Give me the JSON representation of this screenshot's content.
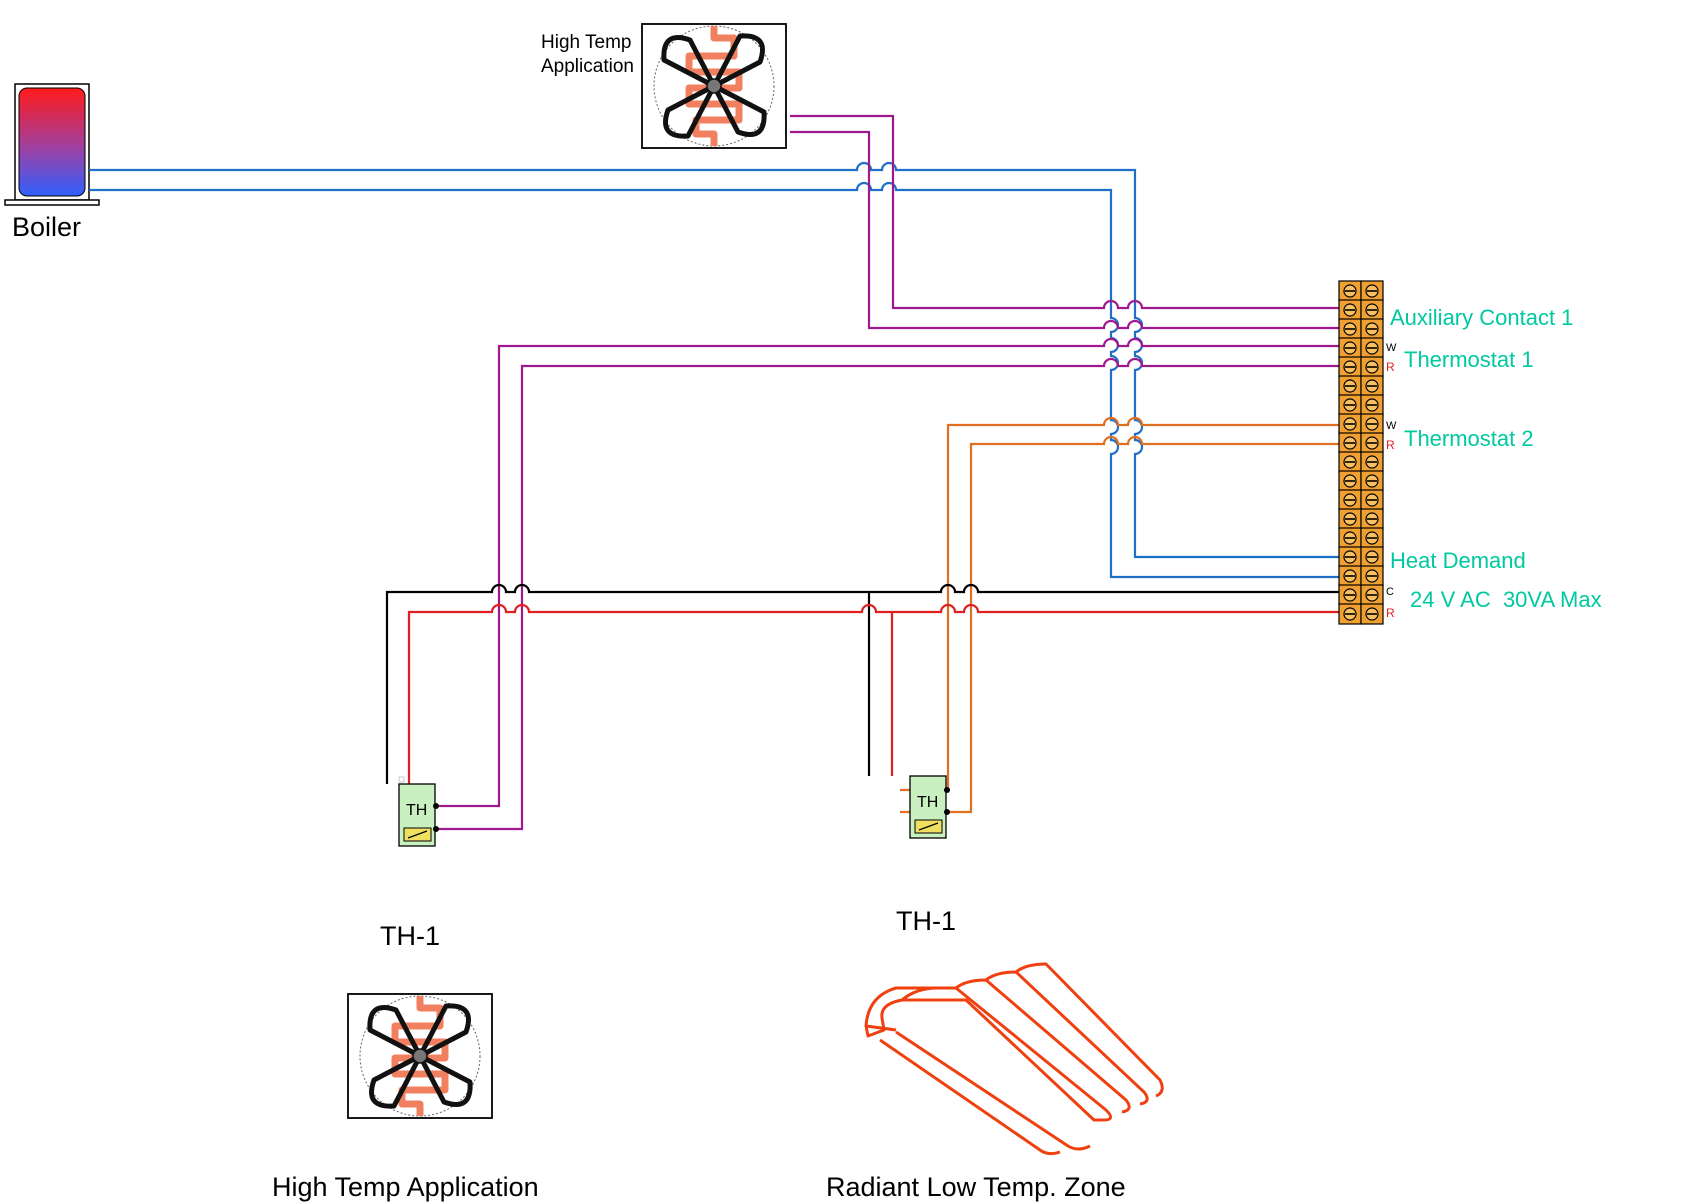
{
  "boiler": {
    "label": "Boiler"
  },
  "top_unit": {
    "label_line1": "High Temp",
    "label_line2": "Application"
  },
  "thermostat_left": {
    "badge": "TH",
    "label": "TH-1"
  },
  "thermostat_right": {
    "badge": "TH",
    "label": "TH-1"
  },
  "bottom_left_unit": {
    "label": "High Temp Application"
  },
  "bottom_right_unit": {
    "label": "Radiant Low Temp. Zone"
  },
  "terminal_labels": {
    "aux1": "Auxiliary Contact 1",
    "thermostat1": "Thermostat 1",
    "thermostat2": "Thermostat 2",
    "heat_demand": "Heat Demand",
    "power": "24 V AC  30VA Max"
  },
  "terminal_letters": {
    "t1_w": "W",
    "t1_r": "R",
    "t2_w": "W",
    "t2_r": "R",
    "pw_c": "C",
    "pw_r": "R"
  },
  "colors": {
    "boiler_wire": "#1f6fc8",
    "thermostat_wire": "#a01890",
    "zone_wire": "#e07020",
    "common_wire": "#000000",
    "hot_wire": "#e02020",
    "terminal": "#f0a030",
    "label_green": "#00c8a0",
    "coil": "#f08060"
  }
}
